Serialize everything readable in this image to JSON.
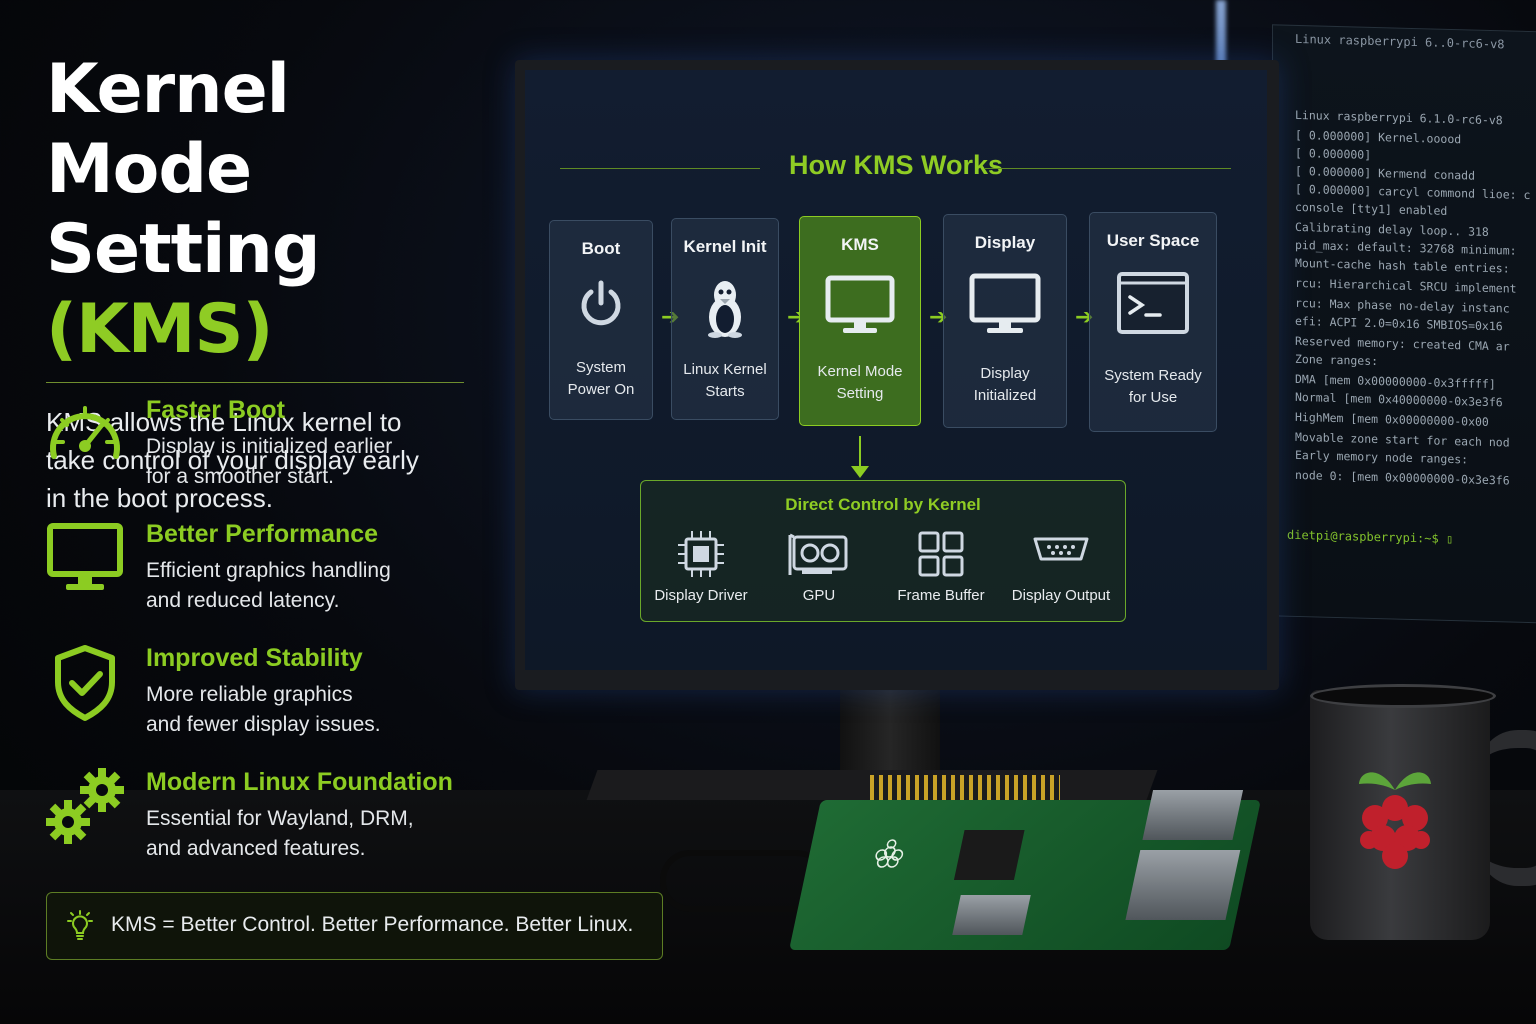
{
  "header": {
    "title_part1": "Kernel Mode",
    "title_part2": "Setting",
    "title_accent": "(KMS)",
    "intro_line1": "KMS allows the Linux kernel to",
    "intro_line2": "take control of your display early",
    "intro_line3": "in the boot process."
  },
  "features": [
    {
      "icon": "speedometer-icon",
      "title": "Faster Boot",
      "line1": "Display is initialized earlier",
      "line2": "for a smoother start."
    },
    {
      "icon": "monitor-icon",
      "title": "Better Performance",
      "line1": "Efficient graphics handling",
      "line2": "and reduced latency."
    },
    {
      "icon": "shield-check-icon",
      "title": "Improved Stability",
      "line1": "More reliable graphics",
      "line2": "and fewer display issues."
    },
    {
      "icon": "gears-icon",
      "title": "Modern Linux Foundation",
      "line1": "Essential for Wayland, DRM,",
      "line2": "and advanced features."
    }
  ],
  "tagline": "KMS = Better Control. Better Performance. Better Linux.",
  "diagram": {
    "title": "How KMS Works",
    "steps": [
      {
        "title": "Boot",
        "icon": "power-icon",
        "line1": "System",
        "line2": "Power On"
      },
      {
        "title": "Kernel Init",
        "icon": "tux-icon",
        "line1": "Linux Kernel",
        "line2": "Starts"
      },
      {
        "title": "KMS",
        "icon": "monitor-icon",
        "line1": "Kernel Mode",
        "line2": "Setting"
      },
      {
        "title": "Display",
        "icon": "monitor-icon",
        "line1": "Display",
        "line2": "Initialized"
      },
      {
        "title": "User Space",
        "icon": "terminal-icon",
        "line1": "System Ready",
        "line2": "for Use"
      }
    ],
    "direct_title": "Direct Control by Kernel",
    "components": [
      {
        "label": "Display Driver",
        "icon": "chip-icon"
      },
      {
        "label": "GPU",
        "icon": "gpu-icon"
      },
      {
        "label": "Frame Buffer",
        "icon": "grid-icon"
      },
      {
        "label": "Display Output",
        "icon": "connector-icon"
      }
    ]
  },
  "terminal": {
    "header": "Linux raspberrypi 6..0-rc6-v8",
    "lines": [
      "Linux raspberrypi 6.1.0-rc6-v8",
      "[ 0.000000] Kernel.ooood",
      "[ 0.000000]",
      "[ 0.000000] Kermend conadd",
      "[ 0.000000] carcyl commond lioe: c",
      "              console [tty1] enabled",
      "Calibrating delay loop.. 318",
      "pid_max: default: 32768 minimum:",
      "Mount-cache hash table entries:",
      "rcu: Hierarchical SRCU implement",
      "rcu:   Max phase no-delay instanc",
      "efi: ACPI 2.0=0x16 SMBIOS=0x16",
      "Reserved memory: created CMA ar",
      "Zone ranges:",
      "  DMA [mem 0x00000000-0x3fffff]",
      "  Normal [mem 0x40000000-0x3e3f6",
      "  HighMem [mem 0x00000000-0x00",
      "Movable zone start for each nod",
      "Early memory node ranges:",
      "  node 0: [mem 0x00000000-0x3e3f6"
    ],
    "prompt": "dietpi@raspberrypi:~$ ▯"
  }
}
